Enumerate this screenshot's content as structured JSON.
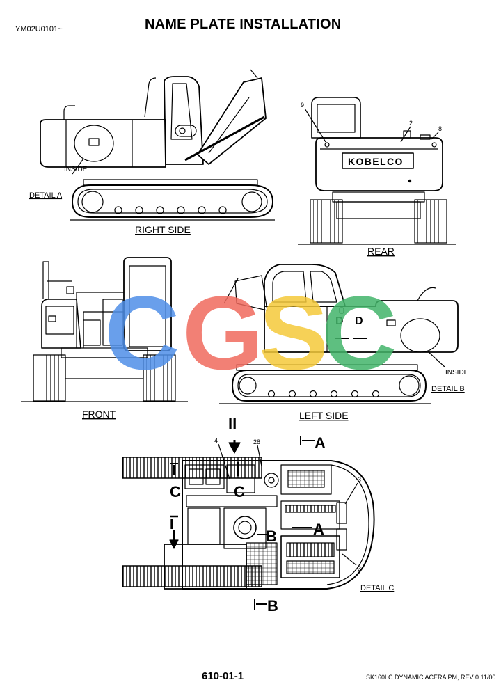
{
  "header": {
    "doc_code": "YM02U0101~",
    "title": "NAME PLATE INSTALLATION"
  },
  "views": {
    "right_side": {
      "label": "RIGHT SIDE",
      "detail": "DETAIL  A",
      "inside": "INSIDE"
    },
    "rear": {
      "label": "REAR",
      "brand": "KOBELCO",
      "callouts": [
        "9",
        "2",
        "8"
      ]
    },
    "front": {
      "label": "FRONT"
    },
    "left_side": {
      "label": "LEFT SIDE",
      "detail": "DETAIL  B",
      "inside": "INSIDE",
      "letters": [
        "D",
        "D"
      ]
    },
    "top": {
      "detail": "DETAIL  C",
      "arrows": {
        "top": "II",
        "left": "I"
      },
      "letters": {
        "a_top": "A",
        "a_mid": "A",
        "b_mid": "B",
        "b_bot": "B",
        "c_left": "C",
        "c_mid": "C"
      },
      "callouts": [
        "4",
        "28",
        "3",
        "3"
      ]
    }
  },
  "watermark": {
    "letters": [
      "C",
      "G",
      "S",
      "C"
    ],
    "colors": [
      "#4f8fe8",
      "#f06a5e",
      "#f5c93a",
      "#43b56a"
    ]
  },
  "footer": {
    "page_number": "610-01-1",
    "revision": "SK160LC DYNAMIC ACERA PM, REV 0  11/00"
  }
}
